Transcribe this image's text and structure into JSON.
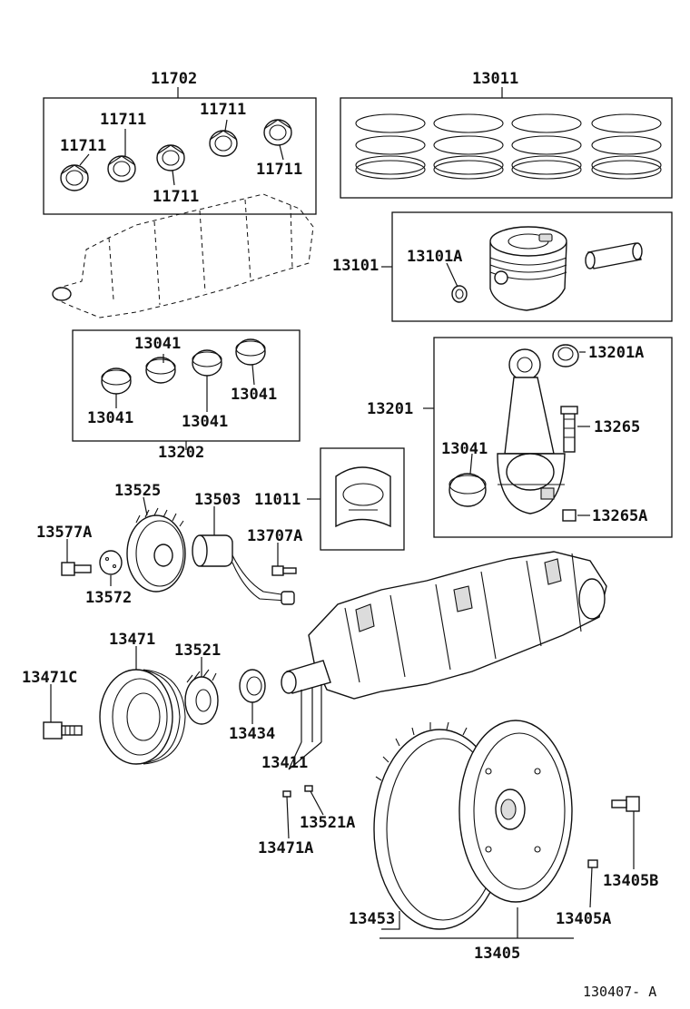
{
  "diagram": {
    "reference_code": "130407- A",
    "part_labels": {
      "p11702": "11702",
      "p11711_a": "11711",
      "p11711_b": "11711",
      "p11711_c": "11711",
      "p11711_d": "11711",
      "p11711_e": "11711",
      "p13011": "13011",
      "p13101": "13101",
      "p13101A": "13101A",
      "p13041_a": "13041",
      "p13041_b": "13041",
      "p13041_c": "13041",
      "p13041_d": "13041",
      "p13041_e": "13041",
      "p13202": "13202",
      "p13201": "13201",
      "p13201A": "13201A",
      "p13265": "13265",
      "p13265A": "13265A",
      "p13525": "13525",
      "p13503": "13503",
      "p11011": "11011",
      "p13577A": "13577A",
      "p13707A": "13707A",
      "p13572": "13572",
      "p13471": "13471",
      "p13521": "13521",
      "p13471C": "13471C",
      "p13434": "13434",
      "p13411": "13411",
      "p13521A": "13521A",
      "p13471A": "13471A",
      "p13405B": "13405B",
      "p13453": "13453",
      "p13405A": "13405A",
      "p13405": "13405"
    }
  }
}
